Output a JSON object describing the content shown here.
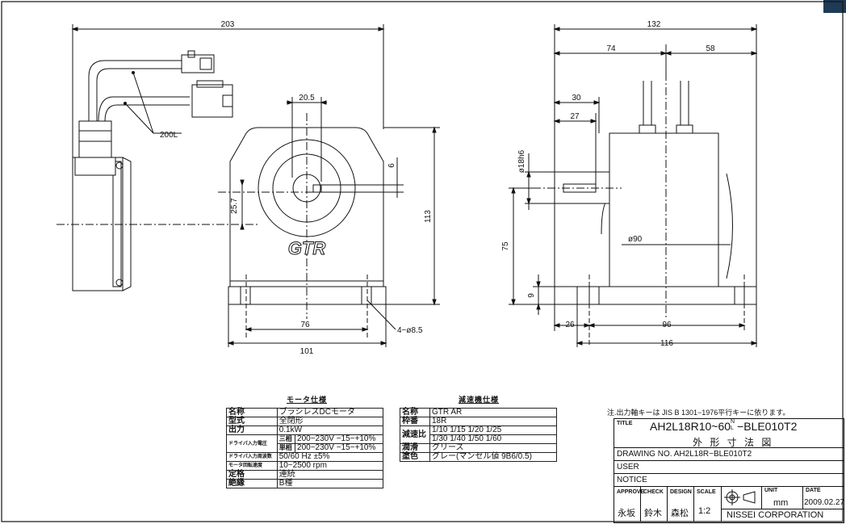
{
  "dimensions": {
    "front": {
      "overall_width": "203",
      "shaft_dia": "20.5",
      "key_width": "6",
      "key_height": "25.7",
      "height": "113",
      "foot_span": "76",
      "base_width": "101",
      "holes": "4−ø8.5",
      "cable": "200L"
    },
    "side": {
      "overall": "132",
      "left_part": "74",
      "right_part": "58",
      "shaft_length": "30",
      "key_length": "27",
      "shaft_dia": "ø18h6",
      "flange_dia": "ø90",
      "center_height": "75",
      "foot_thickness": "9",
      "offset": "26",
      "foot_span": "96",
      "base_length": "116"
    }
  },
  "logo": "GTR",
  "motor_spec": {
    "title": "モータ仕様",
    "rows": [
      {
        "k": "名称",
        "v": "ブラシレスDCモータ"
      },
      {
        "k": "型式",
        "v": "全閉形"
      },
      {
        "k": "出力",
        "v": "0.1kW"
      },
      {
        "k": "ドライバ入力電圧",
        "sub": [
          {
            "p": "三相",
            "v": "200~230V  −15~+10%"
          },
          {
            "p": "単相",
            "v": "200~230V  −15~+10%"
          }
        ]
      },
      {
        "k": "ドライバ入力周波数",
        "v": "50/60 Hz  ±5%"
      },
      {
        "k": "モータ回転速度",
        "v": "10~2500 rpm"
      },
      {
        "k": "定格",
        "v": "連続"
      },
      {
        "k": "絶縁",
        "v": "B種"
      }
    ]
  },
  "reducer_spec": {
    "title": "減速機仕様",
    "rows": [
      {
        "k": "名称",
        "v": "GTR AR"
      },
      {
        "k": "枠番",
        "v": "18R"
      },
      {
        "k": "減速比",
        "v": [
          "1/10 1/15 1/20 1/25",
          "1/30 1/40 1/50 1/60"
        ]
      },
      {
        "k": "潤滑",
        "v": "グリース"
      },
      {
        "k": "塗色",
        "v": "グレー(マンセル値 9B6/0.5)"
      }
    ]
  },
  "note": "注.出力軸キーは JIS B 1301−1976平行キーに依ります。",
  "title_block": {
    "title_label": "TITLE",
    "title_main": "AH2L18R10~60",
    "title_sup": "N",
    "title_sub": "L",
    "title_tail": "−BLE010T2",
    "title_jp": "外 形 寸 法 図",
    "drawing_no": "DRAWING NO. AH2L18R−BLE010T2",
    "user": "USER",
    "notice": "NOTICE",
    "approve_label": "APPROVE",
    "check_label": "CHECK",
    "design_label": "DESIGN",
    "scale_label": "SCALE",
    "unit_label": "UNIT",
    "date_label": "DATE",
    "approve": "永坂",
    "check": "鈴木",
    "design": "森松",
    "scale": "1:2",
    "unit": "mm",
    "date": "2009.02.27",
    "company": "NISSEI CORPORATION"
  }
}
